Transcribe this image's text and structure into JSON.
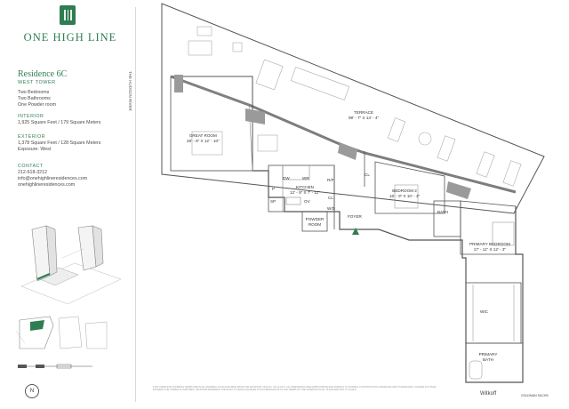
{
  "brand": {
    "name": "ONE HIGH LINE"
  },
  "residence": {
    "title": "Residence 6C",
    "tower": "WEST TOWER",
    "summary": [
      "Two Bedrooms",
      "Two Bathrooms",
      "One Powder room"
    ]
  },
  "interior": {
    "heading": "INTERIOR",
    "size": "1,925 Square Feet / 179 Square Meters"
  },
  "exterior": {
    "heading": "EXTERIOR",
    "size": "1,378 Square Feet / 128 Square Meters",
    "exposure": "Exposure: West"
  },
  "contact": {
    "heading": "CONTACT",
    "phone": "212-618-3212",
    "email": "info@onehighlineresidences.com",
    "website": "onehighlineresidences.com"
  },
  "compass": "N",
  "river_label": "THE HUDSON RIVER",
  "rooms": {
    "great_room": {
      "name": "GREAT ROOM",
      "dims": "28' - 8\" X 12' - 10\""
    },
    "terrace": {
      "name": "TERRACE",
      "dims": "99' - 7\" X 14' - 4\""
    },
    "kitchen": {
      "name": "KITCHEN",
      "dims": "12' - 9\" X 7' - 11\""
    },
    "bedroom2": {
      "name": "BEDROOM 2",
      "dims": "16' - 9\" X 10' - 3\""
    },
    "primary_bedroom": {
      "name": "PRIMARY BEDROOM",
      "dims": "17' - 11\" X 12' - 3\""
    },
    "powder": {
      "name": "POWDER ROOM"
    },
    "bath": "BATH",
    "primary_bath": "PRIMARY BATH",
    "wic": "WIC",
    "foyer": "FOYER",
    "cl": "CL",
    "dw": "DW",
    "wr": "WR",
    "rf": "R/F",
    "p": "P",
    "sp": "SP",
    "ov": "OV",
    "wd": "W/D"
  },
  "disclaimer": "THIS COMPLETE OFFERING TERMS ARE IN AN OFFERING PLAN AVAILABLE FROM THE SPONSOR. FILE NO. CD 21-0171. ALL DIMENSIONS ARE APPROXIMATE AND SUBJECT TO NORMAL CONSTRUCTION VARIANCES AND TOLERANCES. SQUARE FOOTAGE EXCEEDS THE USABLE FLOOR AREA. SPONSOR RESERVES THE RIGHT TO MAKE CHANGES IN ACCORDANCE WITH THE TERMS OF THE OFFERING PLAN. PLANS ARE NOT TO SCALE.",
  "partners": [
    "Witkoff",
    "GOLDMAN SACHS"
  ],
  "colors": {
    "brand_green": "#2f7d52",
    "wall_gray": "#9a9a9a",
    "wall_dark": "#7d7d7d"
  }
}
